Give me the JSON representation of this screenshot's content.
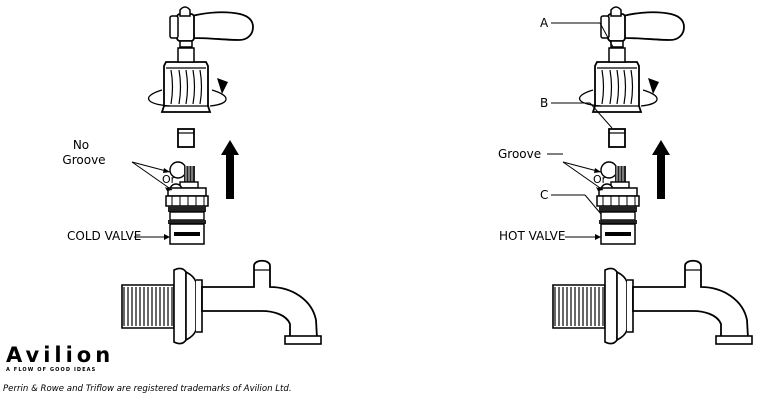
{
  "left_assembly": {
    "callout_groove": "No\nGroove",
    "callout_or": "Or",
    "valve_label": "COLD VALVE"
  },
  "right_assembly": {
    "callout_a": "A",
    "callout_b": "B",
    "callout_groove": "Groove",
    "callout_or": "Or",
    "callout_c": "C",
    "valve_label": "HOT VALVE"
  },
  "brand": {
    "name": "Avilion",
    "tagline": "A FLOW OF GOOD IDEAS"
  },
  "footer": {
    "trademark_notice": "Perrin & Rowe and Triflow are registered trademarks of Avilion Ltd."
  },
  "colors": {
    "line": "#000000",
    "fill": "#ffffff",
    "arrow": "#000000"
  }
}
